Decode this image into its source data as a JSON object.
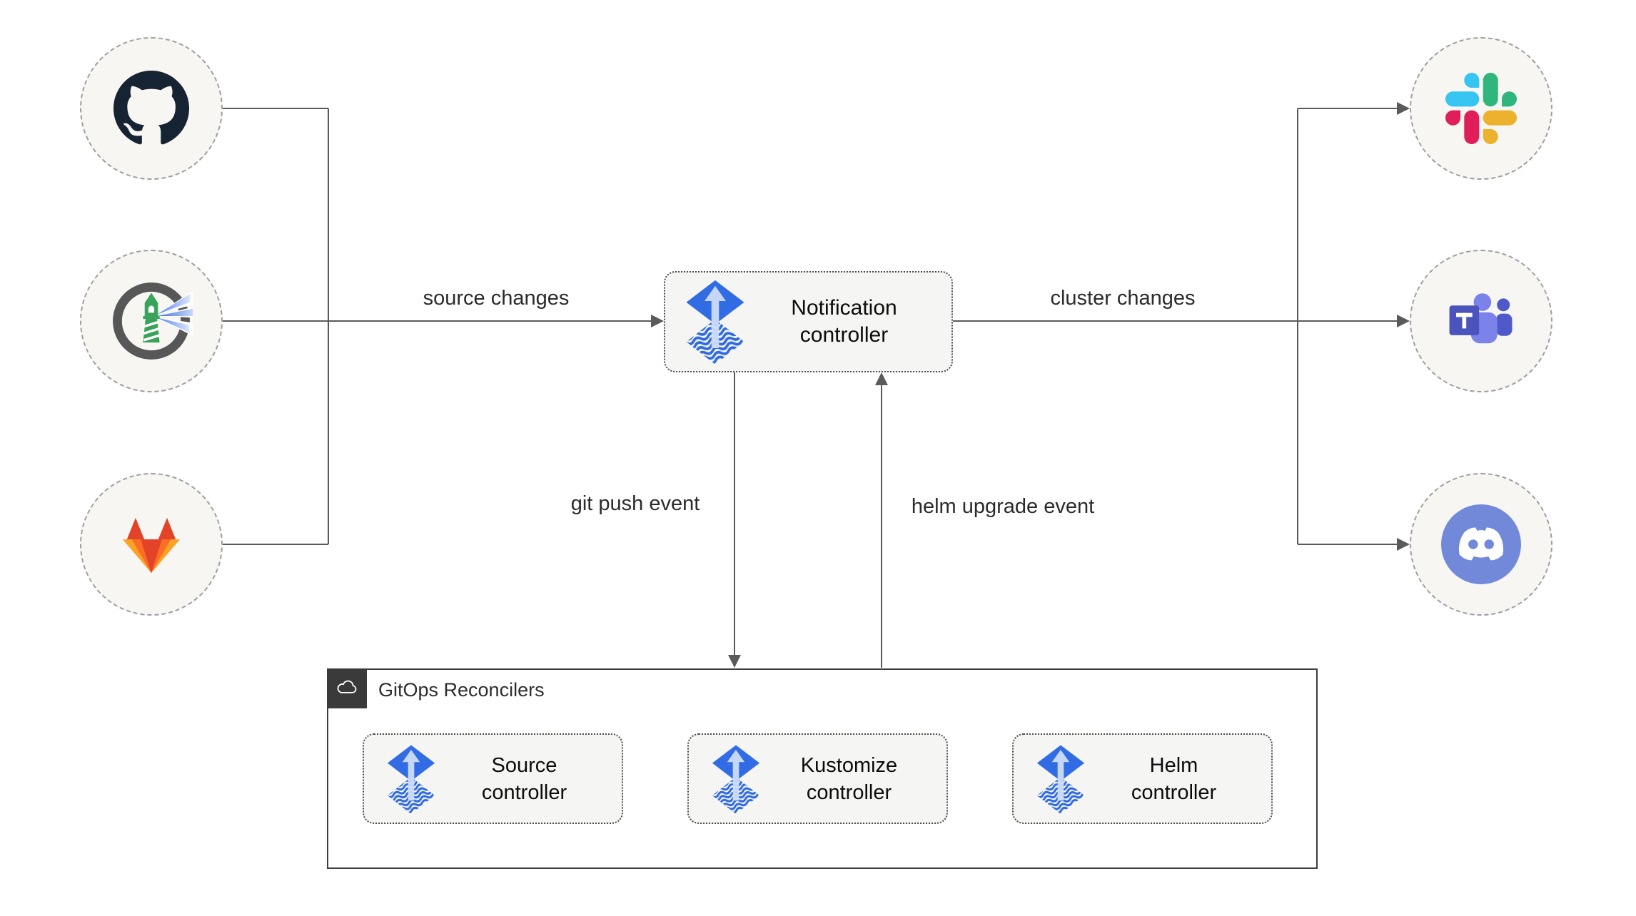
{
  "colors": {
    "line": "#5a5a5a",
    "flux_blue": "#316ce4",
    "flux_arrow": "#cfdcf7",
    "node_fill": "#f5f5f3",
    "circle_fill": "#f7f6f3",
    "github": "#152332",
    "harbor_ring": "#575757",
    "harbor_green": "#3aa35a",
    "harbor_beam_strong": "#4f7df0",
    "harbor_beam_soft": "#c7d8f7",
    "gitlab_red": "#e24329",
    "gitlab_orange": "#fc6d26",
    "gitlab_yellow": "#fca326",
    "slack_blue": "#36c5f0",
    "slack_green": "#2eb67d",
    "slack_yellow": "#ecb22e",
    "slack_red": "#e01e5a",
    "teams_dark": "#4b53bc",
    "teams_mid": "#5059c9",
    "teams_light": "#7b83eb",
    "discord_blurple": "#7289da"
  },
  "sources": [
    {
      "icon": "github-icon",
      "name": "GitHub"
    },
    {
      "icon": "harbor-icon",
      "name": "Harbor"
    },
    {
      "icon": "gitlab-icon",
      "name": "GitLab"
    }
  ],
  "targets": [
    {
      "icon": "slack-icon",
      "name": "Slack"
    },
    {
      "icon": "teams-icon",
      "name": "Microsoft Teams"
    },
    {
      "icon": "discord-icon",
      "name": "Discord"
    }
  ],
  "notification": {
    "label": "Notification\ncontroller"
  },
  "edges": {
    "source_changes": "source changes",
    "cluster_changes": "cluster changes",
    "git_push": "git push event",
    "helm_upgrade": "helm upgrade event"
  },
  "reconcilers": {
    "title": "GitOps Reconcilers",
    "controllers": [
      {
        "label": "Source\ncontroller"
      },
      {
        "label": "Kustomize\ncontroller"
      },
      {
        "label": "Helm\ncontroller"
      }
    ]
  }
}
